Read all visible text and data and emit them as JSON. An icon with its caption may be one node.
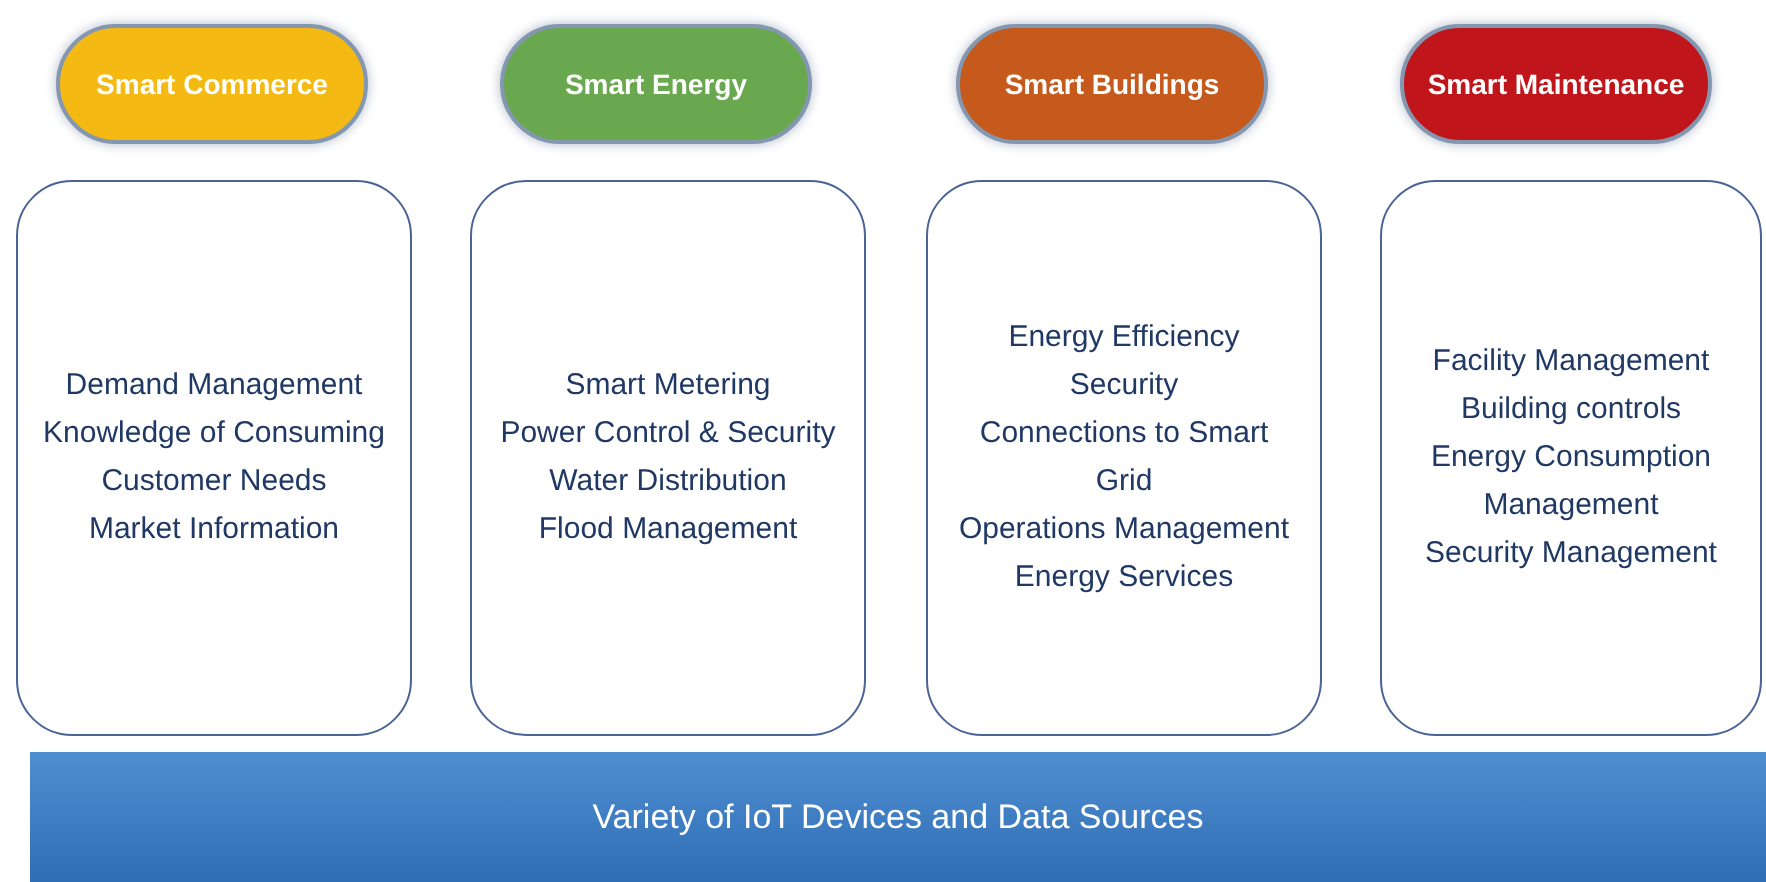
{
  "diagram": {
    "nodes": [
      {
        "text": [
          "Smart Commerce"
        ]
      },
      {
        "text": [
          "Smart Energy"
        ]
      },
      {
        "text": [
          "Smart Buildings"
        ]
      },
      {
        "text": [
          "Smart Maintenance"
        ]
      },
      {
        "text": [
          "Demand Management",
          "Knowledge of Consuming Customer Needs",
          "Market Information"
        ]
      },
      {
        "text": [
          "Smart Metering",
          "Power Control & Security",
          "Water Distribution",
          "Flood Management"
        ]
      },
      {
        "text": [
          "Energy Efficiency",
          "Security",
          "Connections to Smart Grid",
          "Operations Management",
          "Energy Services"
        ]
      },
      {
        "text": [
          "Facility Management",
          "Building controls",
          "Energy Consumption Management",
          "Security Management"
        ]
      },
      {
        "text": [
          "Variety of IoT Devices and Data Sources"
        ]
      }
    ],
    "edges": []
  }
}
